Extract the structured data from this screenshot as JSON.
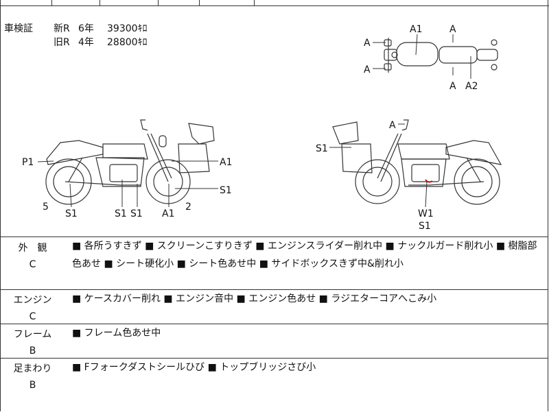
{
  "registration": {
    "label": "車検証",
    "new": {
      "type": "新R",
      "years": "6年",
      "value": "39300ｷﾛ"
    },
    "old": {
      "type": "旧R",
      "years": "4年",
      "value": "28800ｷﾛ"
    }
  },
  "diagram": {
    "top_view": {
      "labels": [
        "A1",
        "A",
        "A",
        "A",
        "A",
        "A2"
      ]
    },
    "left_side": {
      "labels": [
        "P1",
        "A1",
        "S1",
        "5",
        "S1",
        "S1",
        "S1",
        "A1",
        "2"
      ]
    },
    "right_side": {
      "labels": [
        "A",
        "S1",
        "W1",
        "S1"
      ]
    }
  },
  "sections": [
    {
      "category": "外　観",
      "grade": "C",
      "text": "■ 各所うすきず ■ スクリーンこすりきず ■ エンジンスライダー削れ中 ■ ナックルガード削れ小 ■ 樹脂部色あせ ■ シート硬化小 ■ シート色あせ中 ■ サイドボックスきず中&削れ小"
    },
    {
      "category": "エンジン",
      "grade": "C",
      "text": "■ ケースカバー削れ ■ エンジン音中 ■ エンジン色あせ ■ ラジエターコアへこみ小"
    },
    {
      "category": "フレーム",
      "grade": "B",
      "text": "■ フレーム色あせ中"
    },
    {
      "category": "足まわり",
      "grade": "B",
      "text": "■ Fフォークダストシールひび ■ トップブリッジさび小"
    }
  ],
  "colors": {
    "line": "#333333",
    "marker": "#cc0000"
  }
}
